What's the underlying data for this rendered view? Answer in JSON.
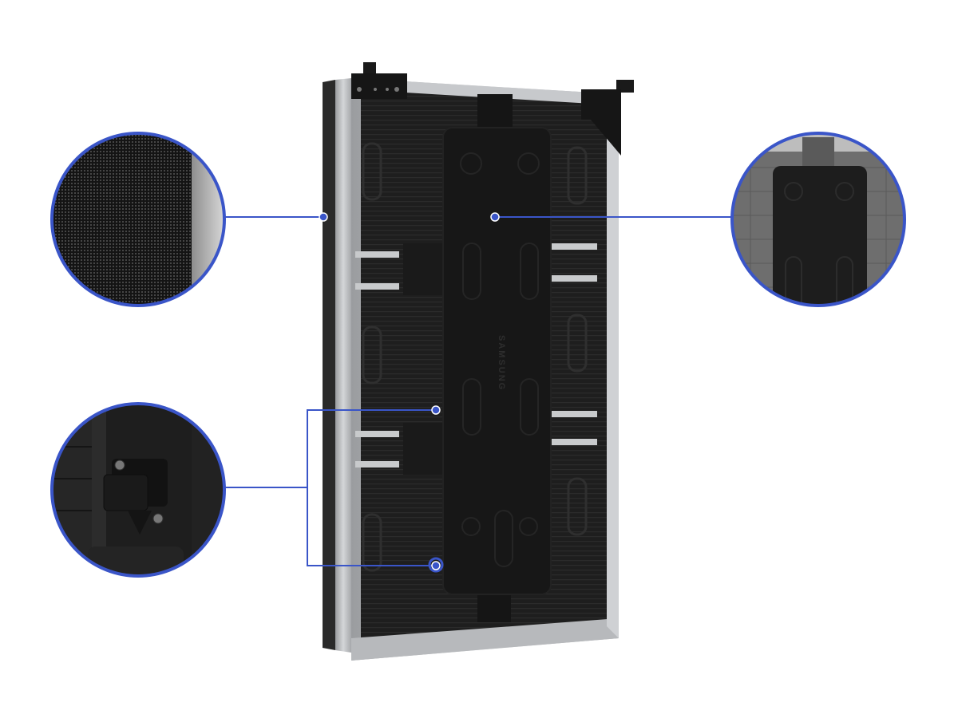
{
  "scene": {
    "subject": "LED display cabinet rear view",
    "background_color": "#ffffff",
    "accent_color": "#3a55c8",
    "cabinet_frame_color": "#b9bbbe",
    "cabinet_body_color": "#1c1c1c",
    "power_box_color": "#161616",
    "power_box_brand": "SAMSUNG"
  },
  "callouts": [
    {
      "id": "led-module-surface",
      "position": "top-left",
      "content": "close-up of LED pixel grid on front module edge"
    },
    {
      "id": "power-box",
      "position": "top-right",
      "content": "close-up of central power/control box"
    },
    {
      "id": "connector-port",
      "position": "bottom-left",
      "content": "close-up of capped connector port with two screws"
    }
  ]
}
